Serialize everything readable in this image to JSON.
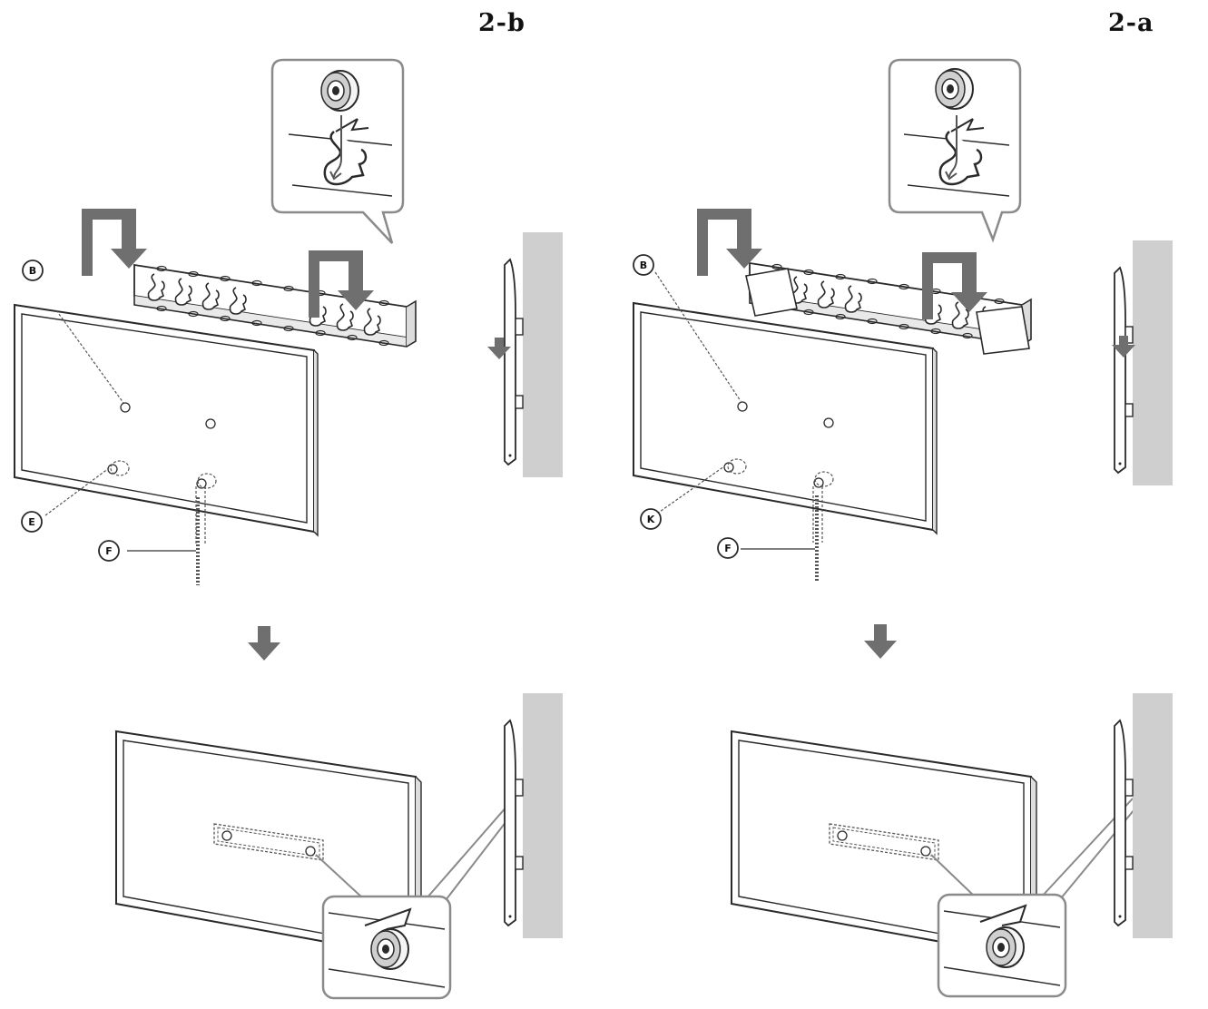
{
  "steps": {
    "b": {
      "title": "2-b",
      "labels": {
        "b": "B",
        "e": "E",
        "f": "F"
      }
    },
    "a": {
      "title": "2-a",
      "labels": {
        "b": "B",
        "k": "K",
        "f": "F"
      }
    }
  },
  "colors": {
    "line": "#2a2a2a",
    "arrow": "#6f6f6f",
    "wall": "#cfcfcf",
    "callout_border": "#8a8a8a",
    "dashed": "#555555"
  }
}
